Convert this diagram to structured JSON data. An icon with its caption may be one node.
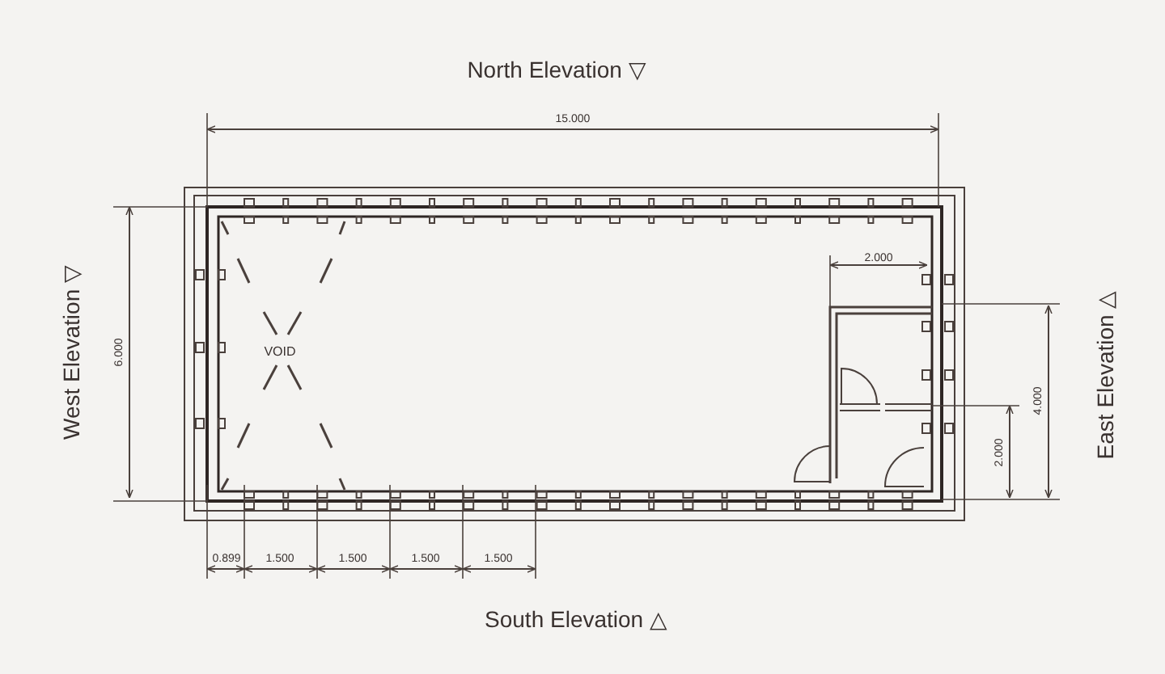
{
  "diagram": {
    "labels": [
      "North Elevation ▽",
      "15.000",
      "6.000",
      "West Elevation ▽",
      "VOID",
      "2.000",
      "4.000",
      "2.000",
      "East Elevation △",
      "0.899",
      "1.500",
      "1.500",
      "1.500",
      "1.500",
      "South Elevation △"
    ]
  }
}
